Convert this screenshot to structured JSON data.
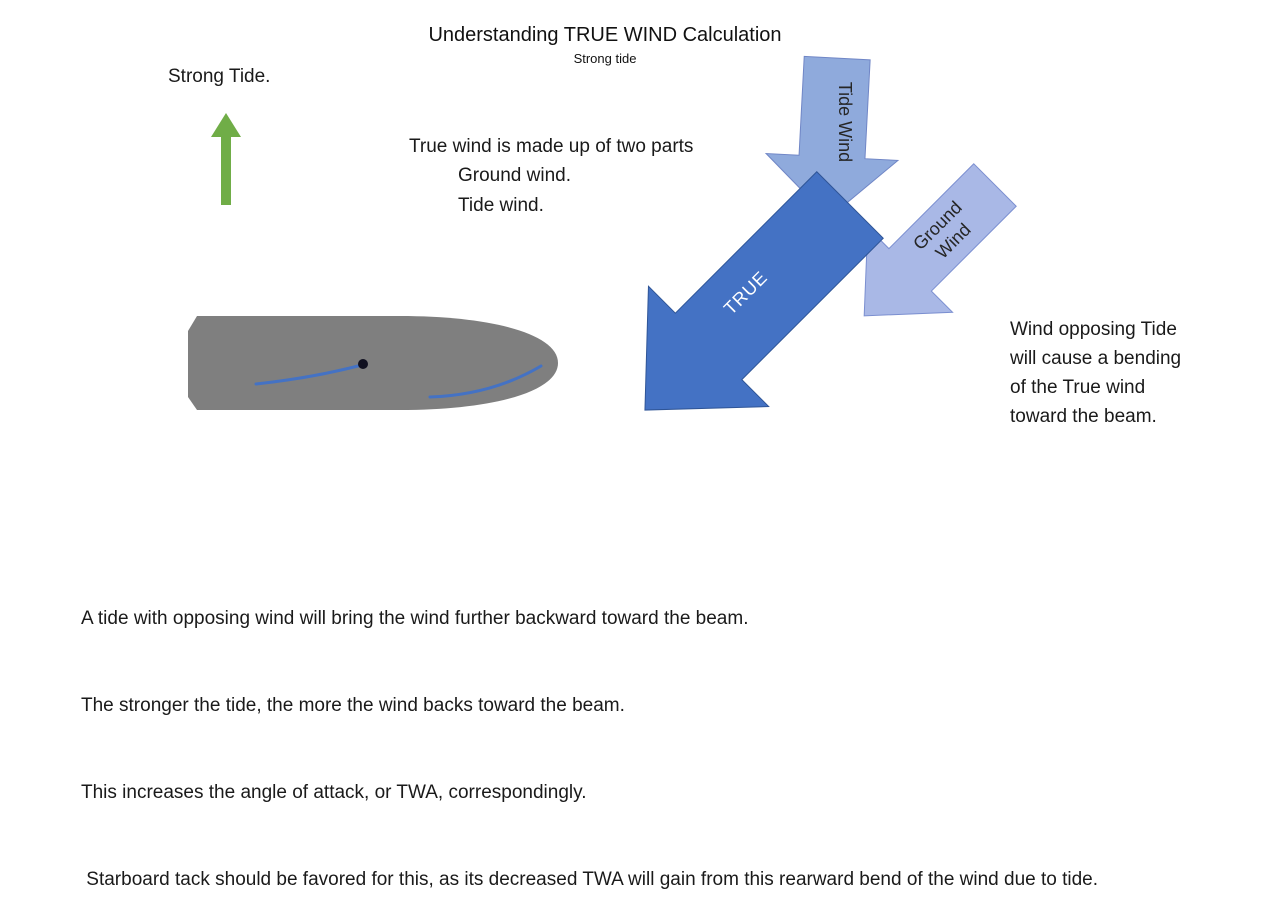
{
  "slide": {
    "title": "Understanding TRUE WIND Calculation",
    "subtitle": "Strong tide"
  },
  "tide": {
    "label": "Strong Tide.",
    "arrow_color": "#70ad47"
  },
  "explain": {
    "line1": "True wind is made up of two parts",
    "line2": "Ground wind.",
    "line3": "Tide wind."
  },
  "arrows": {
    "tide_wind": {
      "label": "Tide Wind",
      "fill": "#8faadc",
      "stroke": "#7086c6"
    },
    "ground_wind": {
      "label_line1": "Ground",
      "label_line2": "Wind",
      "fill": "#a9b8e6",
      "stroke": "#7b8fd0"
    },
    "true_wind": {
      "label": "TRUE",
      "fill": "#4472c4",
      "stroke": "#2f5597"
    }
  },
  "boat": {
    "hull_fill": "#7f7f7f",
    "line_color": "#4472c4",
    "dot_color": "#101020"
  },
  "side_note": {
    "lines": [
      "Wind opposing Tide",
      "will cause a bending",
      "of the True wind",
      "toward the beam."
    ]
  },
  "footer": {
    "lines": [
      "A tide with opposing wind will bring the wind further backward toward the beam.",
      "The stronger the tide, the more the wind backs toward the beam.",
      "This increases the angle of attack, or TWA, correspondingly.",
      " Starboard tack should be favored for this, as its decreased TWA will gain from this rearward bend of the wind due to tide."
    ]
  }
}
